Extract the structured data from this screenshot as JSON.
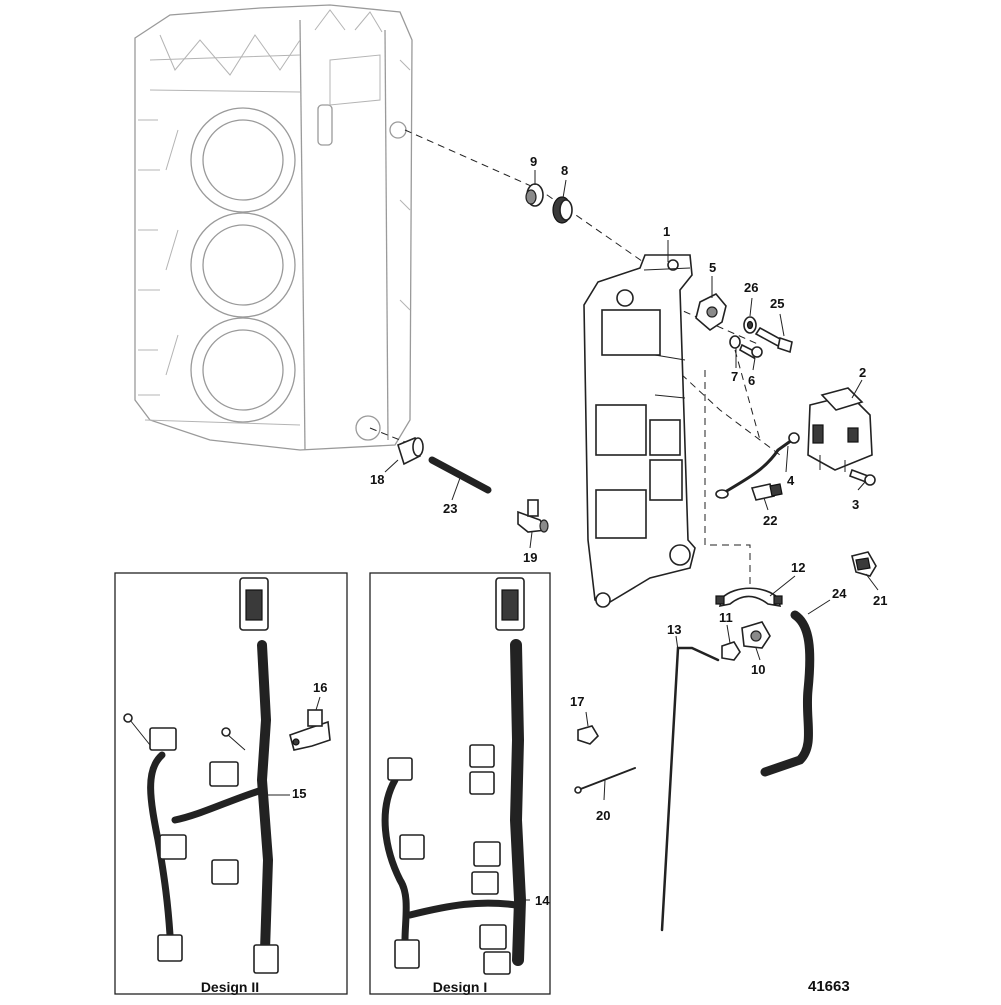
{
  "diagram": {
    "figure_number": "41663",
    "callouts": [
      {
        "id": "c1",
        "label": "1"
      },
      {
        "id": "c2",
        "label": "2"
      },
      {
        "id": "c3",
        "label": "3"
      },
      {
        "id": "c4",
        "label": "4"
      },
      {
        "id": "c5",
        "label": "5"
      },
      {
        "id": "c6",
        "label": "6"
      },
      {
        "id": "c7",
        "label": "7"
      },
      {
        "id": "c8",
        "label": "8"
      },
      {
        "id": "c9",
        "label": "9"
      },
      {
        "id": "c10",
        "label": "10"
      },
      {
        "id": "c11",
        "label": "11"
      },
      {
        "id": "c12",
        "label": "12"
      },
      {
        "id": "c13",
        "label": "13"
      },
      {
        "id": "c14",
        "label": "14"
      },
      {
        "id": "c15",
        "label": "15"
      },
      {
        "id": "c16",
        "label": "16"
      },
      {
        "id": "c17",
        "label": "17"
      },
      {
        "id": "c18",
        "label": "18"
      },
      {
        "id": "c19",
        "label": "19"
      },
      {
        "id": "c20",
        "label": "20"
      },
      {
        "id": "c21",
        "label": "21"
      },
      {
        "id": "c22",
        "label": "22"
      },
      {
        "id": "c23",
        "label": "23"
      },
      {
        "id": "c24",
        "label": "24"
      },
      {
        "id": "c25",
        "label": "25"
      },
      {
        "id": "c26",
        "label": "26"
      }
    ],
    "insets": [
      {
        "id": "design2",
        "label": "Design II"
      },
      {
        "id": "design1",
        "label": "Design I"
      }
    ]
  }
}
